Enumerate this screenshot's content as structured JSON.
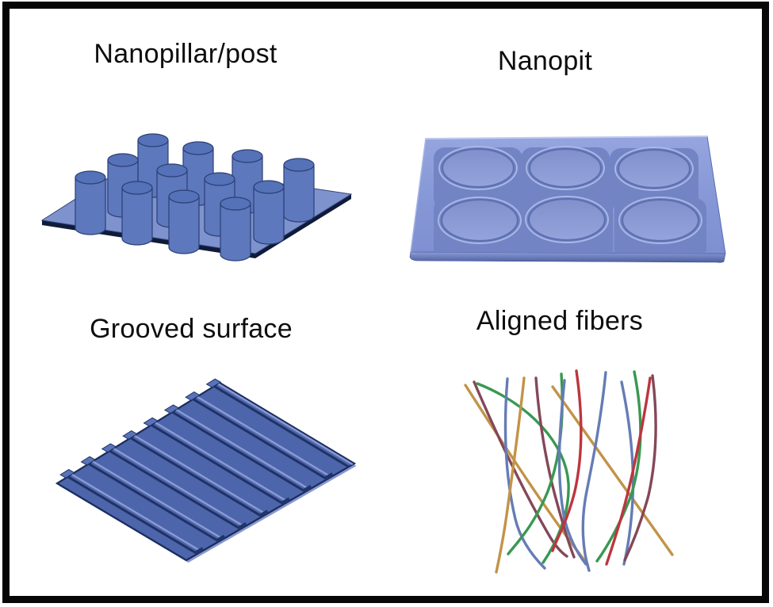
{
  "figure": {
    "background_color": "#ffffff",
    "border_color": "#060606",
    "panels": [
      {
        "id": "nanopillar",
        "title": "Nanopillar/post",
        "count": 12,
        "element": "pillar"
      },
      {
        "id": "nanopit",
        "title": "Nanopit",
        "count": 6,
        "element": "pit"
      },
      {
        "id": "grooved",
        "title": "Grooved surface",
        "count": 8,
        "element": "ridge"
      },
      {
        "id": "fibers",
        "title": "Aligned fibers",
        "count": 15,
        "element": "fiber"
      }
    ],
    "palette": {
      "pillar_plate": "#7e92ce",
      "pillar_body": "#5d78bd",
      "pillar_top": "#5571b7",
      "pillar_outline": "#2b3f74",
      "plate_edge_dark": "#0f1b38",
      "pit_surface_top": "#96a5df",
      "pit_surface_bottom": "#7e90d1",
      "pit_wall": "#7284c4",
      "pit_fill_dark": "#8190cc",
      "pit_fill_light": "#95a3dc",
      "pit_rim_light": "#aab7e6",
      "pit_rim_dark": "#5d70b1",
      "groove_base": "#4c65ab",
      "groove_ridge": "#5873ba",
      "groove_dark": "#1f3264",
      "groove_light": "#8a9ad4",
      "fiber_colors": {
        "tan": "#bf8e3f",
        "maroon": "#7e3f50",
        "blue": "#5d76b2",
        "green": "#2f9349",
        "red": "#b92c34"
      }
    }
  }
}
